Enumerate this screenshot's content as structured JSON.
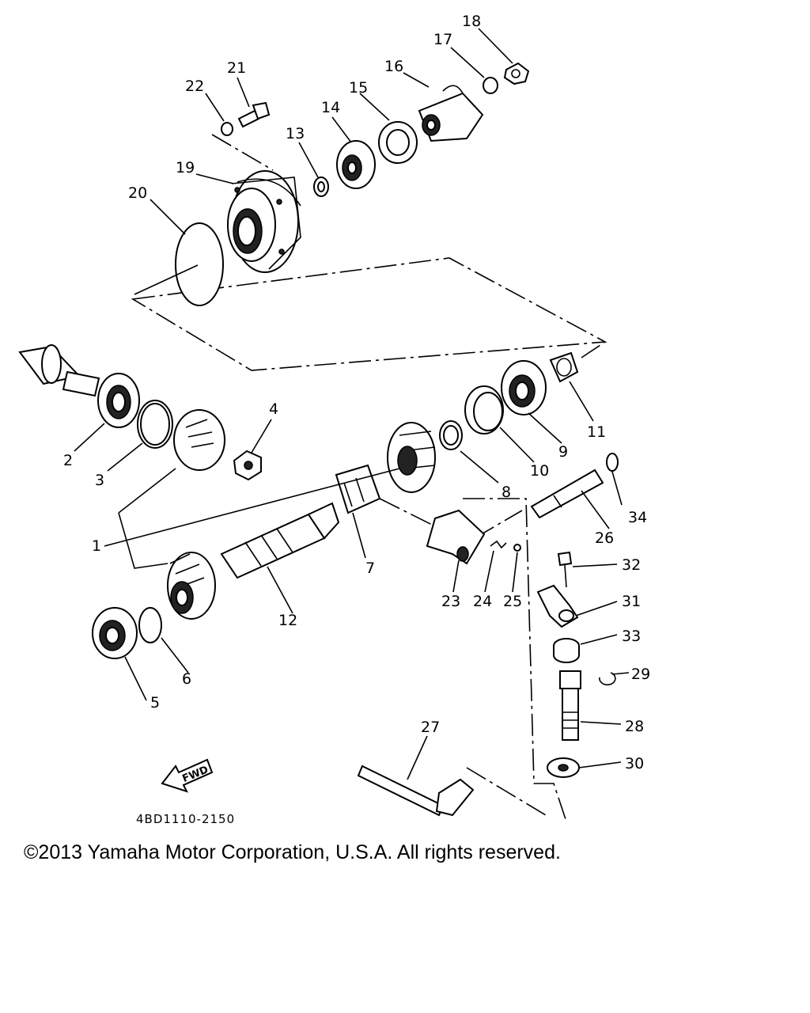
{
  "callouts": [
    "1",
    "2",
    "3",
    "4",
    "5",
    "6",
    "7",
    "8",
    "9",
    "10",
    "11",
    "12",
    "13",
    "14",
    "15",
    "16",
    "17",
    "18",
    "19",
    "20",
    "21",
    "22",
    "23",
    "24",
    "25",
    "26",
    "27",
    "28",
    "29",
    "30",
    "31",
    "32",
    "33",
    "34"
  ],
  "fwd_label": "FWD",
  "reference_code": "4BD1110-2150",
  "copyright": "©2013 Yamaha Motor Corporation, U.S.A. All rights reserved."
}
